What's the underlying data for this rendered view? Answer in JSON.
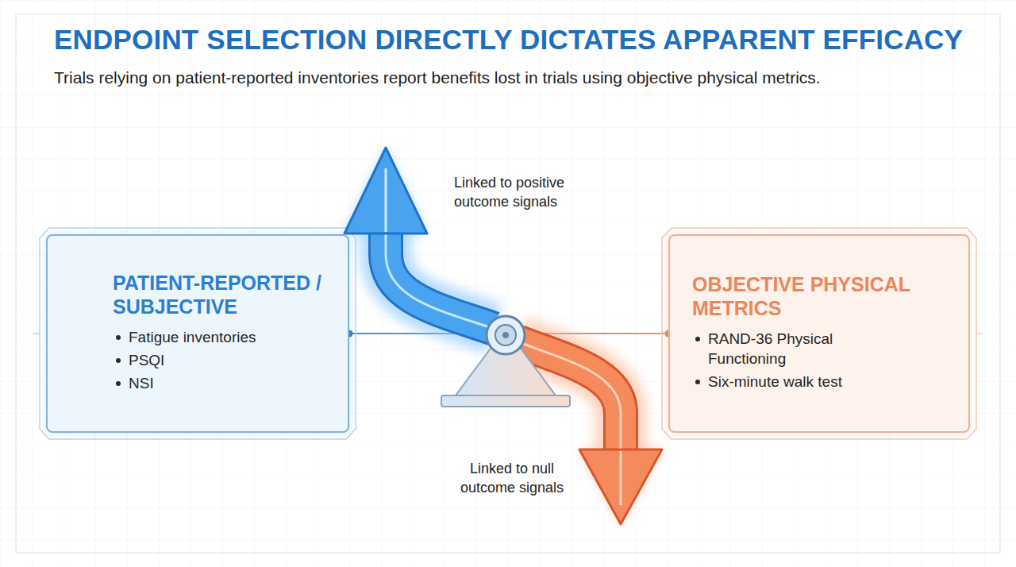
{
  "diagram": {
    "title": "ENDPOINT SELECTION DIRECTLY DICTATES APPARENT EFFICACY",
    "caption": "Trials relying on patient-reported inventories report benefits lost in trials using objective physical metrics.",
    "nodes": [
      {
        "text": [
          "PATIENT-REPORTED / SUBJECTIVE",
          "Fatigue inventories",
          "PSQI",
          "NSI"
        ]
      },
      {
        "text": [
          "OBJECTIVE PHYSICAL METRICS",
          "RAND-36 Physical Functioning",
          "Six-minute walk test"
        ]
      }
    ],
    "edges": [
      {
        "from": 0,
        "to": 1,
        "arrow": "none"
      }
    ],
    "labels": [
      "Linked to positive outcome signals",
      "Linked to null outcome signals"
    ]
  }
}
